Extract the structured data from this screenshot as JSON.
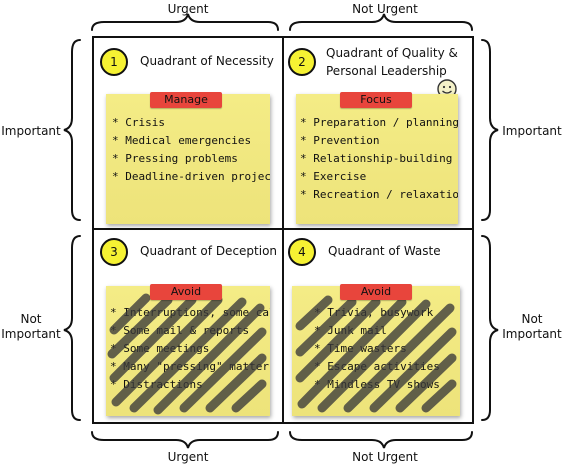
{
  "axes": {
    "top_left": "Urgent",
    "top_right": "Not Urgent",
    "bottom_left": "Urgent",
    "bottom_right": "Not Urgent",
    "left_top": "Important",
    "right_top": "Important",
    "left_bottom": "Not\nImportant",
    "right_bottom": "Not\nImportant"
  },
  "quadrants": [
    {
      "number": "1",
      "title": "Quadrant of Necessity",
      "tag": "Manage",
      "items": [
        "Crisis",
        "Medical emergencies",
        "Pressing problems",
        "Deadline-driven projects"
      ],
      "crossed_out": false
    },
    {
      "number": "2",
      "title": "Quadrant of Quality &\nPersonal Leadership",
      "tag": "Focus",
      "items": [
        "Preparation / planning",
        "Prevention",
        "Relationship-building",
        "Exercise",
        "Recreation / relaxation"
      ],
      "crossed_out": false,
      "icon": "smiley-face-icon"
    },
    {
      "number": "3",
      "title": "Quadrant of Deception",
      "tag": "Avoid",
      "items": [
        "Interruptions, some calls",
        "Some mail & reports",
        "Some meetings",
        "Many \"pressing\" matters",
        "Distractions"
      ],
      "crossed_out": true
    },
    {
      "number": "4",
      "title": "Quadrant of Waste",
      "tag": "Avoid",
      "items": [
        "Trivia, busywork",
        "Junk mail",
        "Time wasters",
        "Escape activities",
        "Mindless TV shows"
      ],
      "crossed_out": true
    }
  ],
  "colors": {
    "note": "#f1e87f",
    "tape": "#e8453c",
    "number_circle": "#f6f233",
    "scribble": "#3a3a3a"
  }
}
